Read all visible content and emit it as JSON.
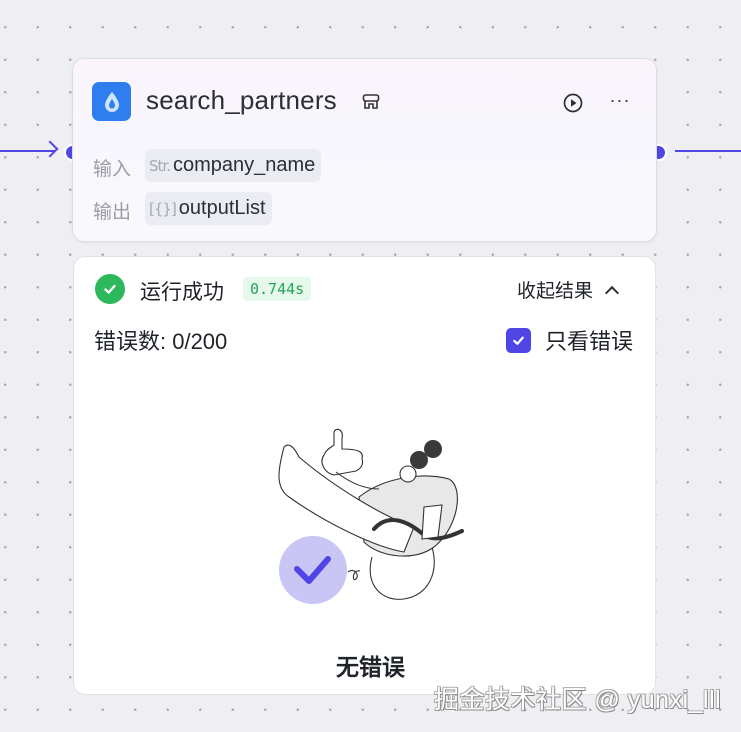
{
  "canvas": {
    "edge_color": "#4f46e5"
  },
  "node": {
    "title": "search_partners",
    "icon": "water-drop-icon",
    "icon_color": "#2e7ef0",
    "title_badge_icon": "api-plugin-icon",
    "actions": {
      "run_icon": "play-circle-icon",
      "more_label": "···"
    },
    "input": {
      "label": "输入",
      "type_tag": "Str.",
      "name": "company_name"
    },
    "output": {
      "label": "输出",
      "type_tag": "[{}]",
      "name": "outputList"
    }
  },
  "result": {
    "status_icon": "check-circle-icon",
    "status_text": "运行成功",
    "status_color": "#2eb85c",
    "duration": "0.744s",
    "collapse_label": "收起结果",
    "error_count_label": "错误数: 0/200",
    "only_errors_label": "只看错误",
    "only_errors_checked": true,
    "empty_illustration": "no-error-illustration",
    "empty_text": "无错误"
  },
  "watermark": "掘金技术社区 @ yunxi_lll"
}
